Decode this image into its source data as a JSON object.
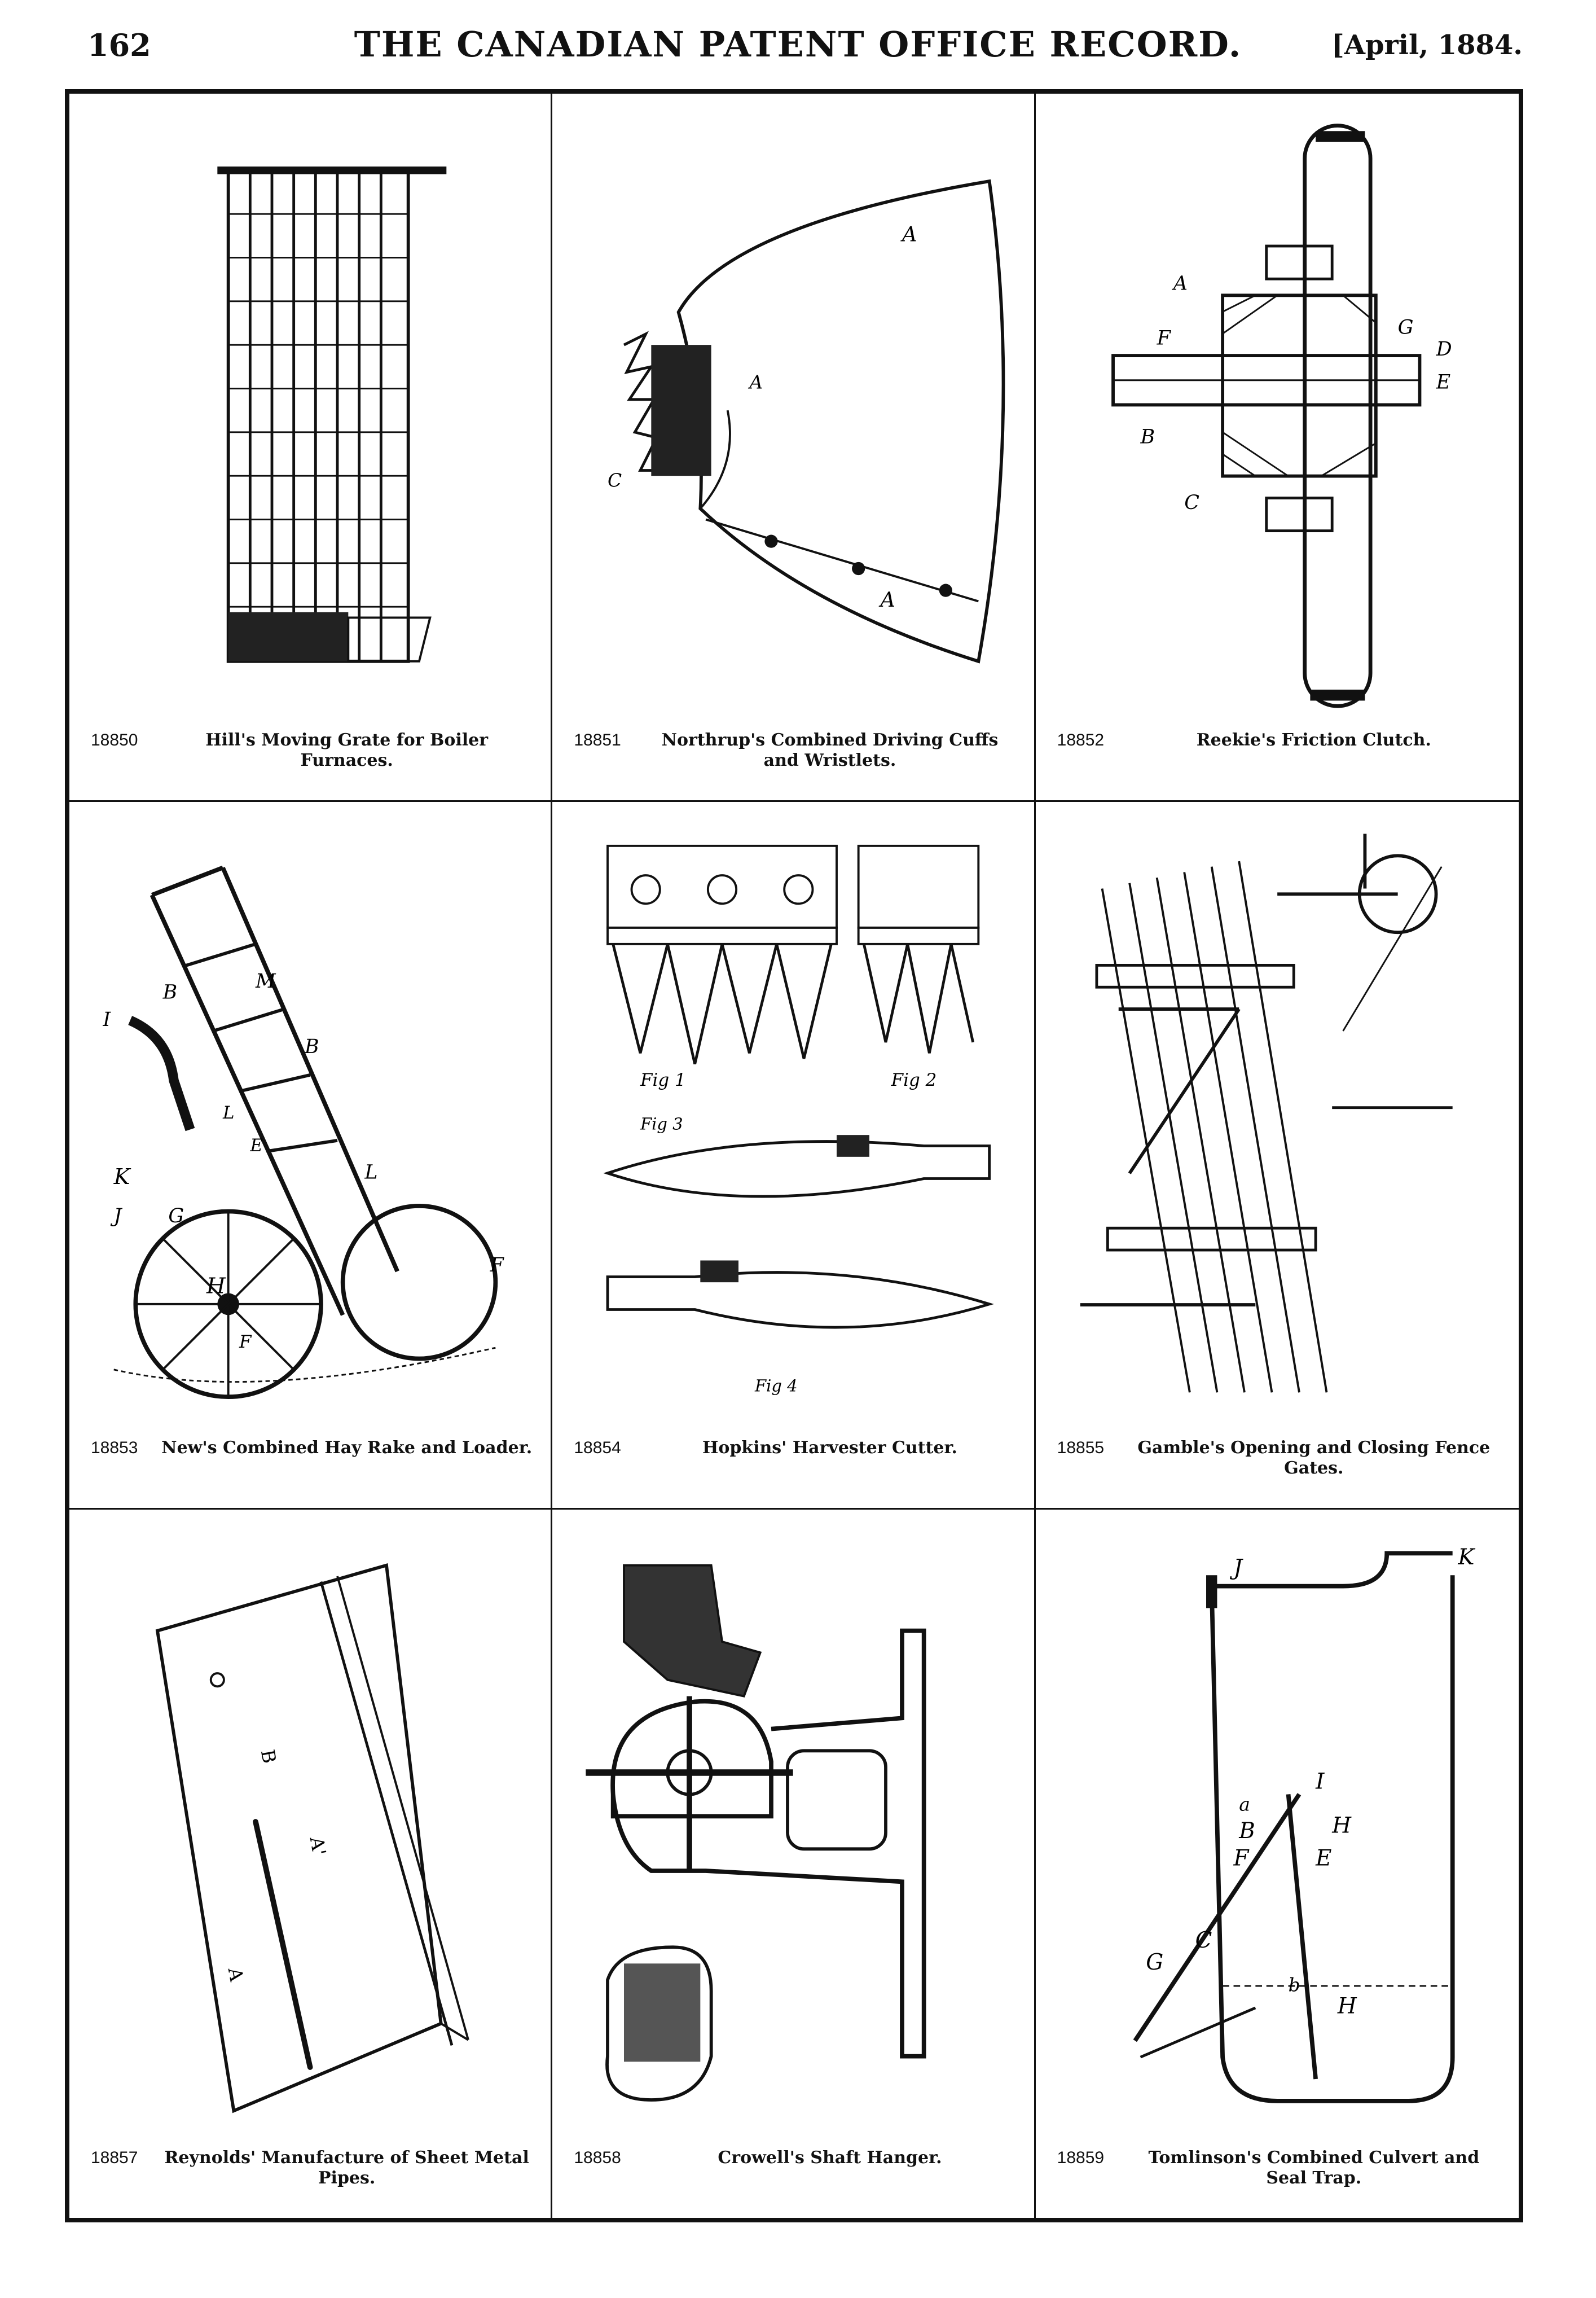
{
  "header": {
    "page_number": "162",
    "title": "THE CANADIAN PATENT OFFICE RECORD.",
    "date": "[April, 1884."
  },
  "patents": [
    {
      "number": "18850",
      "title": "Hill's Moving Grate for Boiler Furnaces."
    },
    {
      "number": "18851",
      "title": "Northrup's Combined Driving Cuffs and Wristlets."
    },
    {
      "number": "18852",
      "title": "Reekie's Friction Clutch."
    },
    {
      "number": "18853",
      "title": "New's Combined Hay Rake and Loader."
    },
    {
      "number": "18854",
      "title": "Hopkins' Harvester Cutter."
    },
    {
      "number": "18855",
      "title": "Gamble's Opening and Closing Fence Gates."
    },
    {
      "number": "18857",
      "title": "Reynolds' Manufacture of Sheet Metal Pipes."
    },
    {
      "number": "18858",
      "title": "Crowell's Shaft Hanger."
    },
    {
      "number": "18859",
      "title": "Tomlinson's Combined Culvert and Seal Trap."
    }
  ],
  "figure_labels": {
    "cuffs": [
      "A",
      "A",
      "A",
      "C"
    ],
    "clutch": [
      "A",
      "F",
      "G",
      "D",
      "E",
      "B",
      "C"
    ],
    "hay_rake": [
      "M",
      "B",
      "B",
      "I",
      "L",
      "E",
      "L",
      "K",
      "J",
      "G",
      "H",
      "F",
      "F"
    ],
    "cutter": [
      "Fig 1",
      "Fig 2",
      "Fig 3",
      "Fig 4"
    ],
    "pipe": [
      "B",
      "A'",
      "A"
    ],
    "trap": [
      "K",
      "J",
      "a",
      "I",
      "B",
      "H",
      "F",
      "E",
      "C",
      "G",
      "b",
      "H"
    ]
  }
}
